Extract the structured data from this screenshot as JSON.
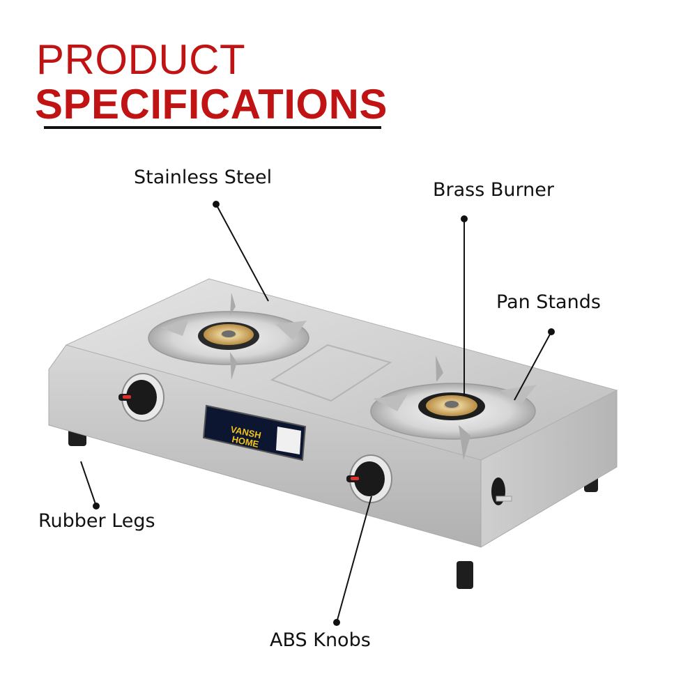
{
  "header": {
    "title_line1": "PRODUCT",
    "title_line2": "SPECIFICATIONS"
  },
  "colors": {
    "title_red": "#c01314",
    "text": "#111111",
    "steel": "#c9c9c9",
    "brass": "#c9a25a",
    "knob": "#1a1a1a",
    "knob_indicator": "#e0302a"
  },
  "product": {
    "type": "two-burner gas stove",
    "brand_label": "VANSH HOME"
  },
  "callouts": [
    {
      "id": "stainless-steel",
      "label": "Stainless Steel"
    },
    {
      "id": "brass-burner",
      "label": "Brass Burner"
    },
    {
      "id": "pan-stands",
      "label": "Pan Stands"
    },
    {
      "id": "rubber-legs",
      "label": "Rubber Legs"
    },
    {
      "id": "abs-knobs",
      "label": "ABS Knobs"
    }
  ]
}
